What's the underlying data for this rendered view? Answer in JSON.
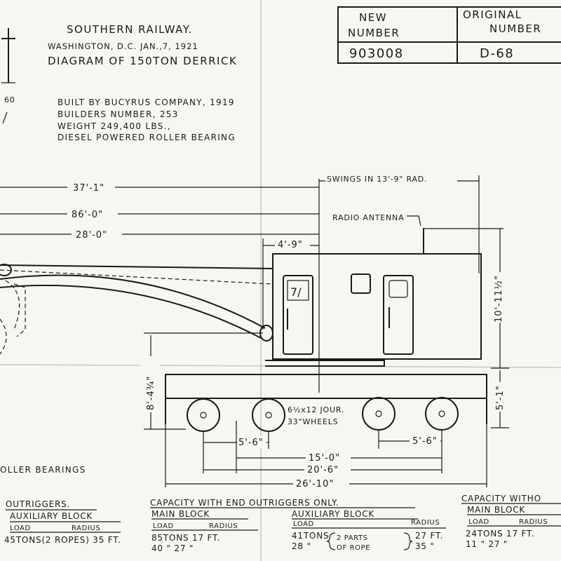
{
  "header": {
    "railway": "SOUTHERN RAILWAY.",
    "place_date": "WASHINGTON, D.C.   JAN.,7, 1921",
    "diagram_title": "DIAGRAM OF 150TON DERRICK"
  },
  "number_box": {
    "new_label_1": "NEW",
    "new_label_2": "NUMBER",
    "original_label_1": "ORIGINAL",
    "original_label_2": "NUMBER",
    "new_number": "903008",
    "original_number": "D-68"
  },
  "info": {
    "line1": "BUILT BY BUCYRUS COMPANY, 1919",
    "line2": "BUILDERS NUMBER, 253",
    "line3": "WEIGHT 249,400 LBS.,",
    "line4": "DIESEL POWERED   ROLLER BEARING"
  },
  "left_edge": {
    "partial_number": "60",
    "roller_bearings": "OLLER   BEARINGS"
  },
  "dimensions": {
    "d37_1": "37'-1\"",
    "d86_0": "86'-0\"",
    "d28_0": "28'-0\"",
    "swings": "SWINGS IN 13'-9\" RAD.",
    "radio_antenna": "RADIO ANTENNA",
    "d4_9": "4'-9\"",
    "height_cab": "10'-11½\"",
    "height_boom": "8'-4¾\"",
    "height_base": "5'-1\"",
    "journal": "6½x12 JOUR.",
    "wheels": "33\"WHEELS",
    "d5_6_left": "5'-6\"",
    "d5_6_right": "5'-6\"",
    "d15_0": "15'-0\"",
    "d20_6": "20'-6\"",
    "d26_10": "26'-10\""
  },
  "capacity": {
    "col1": {
      "title": "OUTRIGGERS.",
      "sub": "AUXILIARY BLOCK",
      "load_hdr": "LOAD",
      "radius_hdr": "RADIUS",
      "row1": "45TONS(2 ROPES) 35 FT."
    },
    "col2": {
      "title": "CAPACITY WITH END OUTRIGGERS ONLY.",
      "main_hdr": "MAIN   BLOCK",
      "aux_hdr": "AUXILIARY BLOCK",
      "load_hdr": "LOAD",
      "radius_hdr": "RADIUS",
      "aux_load_hdr": "LOAD",
      "aux_radius_hdr": "RADIUS",
      "main_row1": "85TONS   17 FT.",
      "main_row2": "40   \"     27  \"",
      "aux_row1_load": "41TONS",
      "aux_row2_load": "28   \"",
      "parts_1": "2 PARTS",
      "parts_2": "OF ROPE",
      "aux_row1_radius": "27 FT.",
      "aux_row2_radius": "35  \""
    },
    "col3": {
      "title": "CAPACITY WITHO",
      "main_hdr": "MAIN BLOCK",
      "load_hdr": "LOAD",
      "radius_hdr": "RADIUS",
      "row1": "24TONS   17 FT.",
      "row2": "11   \"       27  \""
    }
  }
}
